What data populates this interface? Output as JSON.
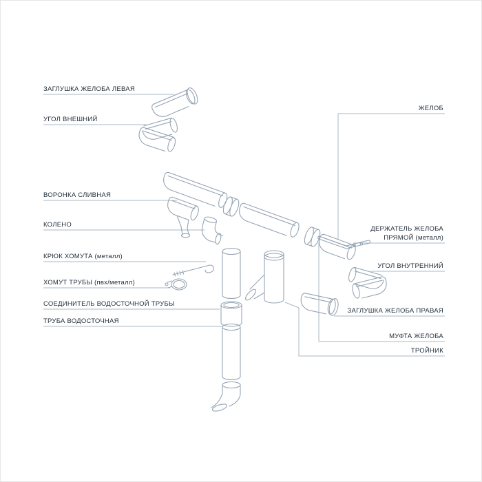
{
  "diagram": {
    "labels_left": [
      {
        "text": "ЗАГЛУШКА ЖЕЛОБА ЛЕВАЯ"
      },
      {
        "text": "УГОЛ ВНЕШНИЙ"
      },
      {
        "text": "ВОРОНКА СЛИВНАЯ"
      },
      {
        "text": "КОЛЕНО"
      },
      {
        "text": "КРЮК ХОМУТА (металл)"
      },
      {
        "text": "ХОМУТ ТРУБЫ (пвх/металл)"
      },
      {
        "text": "СОЕДИНИТЕЛЬ ВОДОСТОЧНОЙ ТРУБЫ"
      },
      {
        "text": "ТРУБА ВОДОСТОЧНАЯ"
      }
    ],
    "labels_right": [
      {
        "text": "ЖЕЛОБ"
      },
      {
        "line1": "ДЕРЖАТЕЛЬ ЖЕЛОБА",
        "line2": "ПРЯМОЙ (металл)"
      },
      {
        "text": "УГОЛ ВНУТРЕННИЙ"
      },
      {
        "text": "ЗАГЛУШКА ЖЕЛОБА ПРАВАЯ"
      },
      {
        "text": "МУФТА ЖЕЛОБА"
      },
      {
        "text": "ТРОЙНИК"
      }
    ],
    "colors": {
      "line": "#96a4b3",
      "leader": "#aab7c3",
      "text": "#25313d"
    }
  }
}
